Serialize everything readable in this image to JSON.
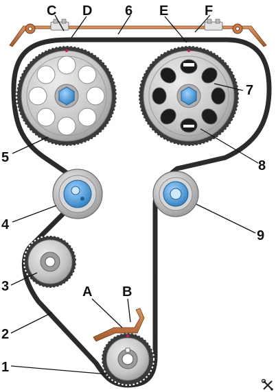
{
  "callouts": {
    "n1": "1",
    "n2": "2",
    "n3": "3",
    "n4": "4",
    "n5": "5",
    "n6": "6",
    "n7": "7",
    "n8": "8",
    "n9": "9",
    "A": "A",
    "B": "B",
    "C": "C",
    "D": "D",
    "E": "E",
    "F": "F"
  },
  "colors": {
    "belt": "#2b2b2b",
    "gear_face": "#c8c8c8",
    "gear_rim": "#9a9a9a",
    "bolt_blue": "#3b8fd0",
    "timing_bar": "#c2733f",
    "label": "#111111"
  },
  "icons": {
    "corner_logo": "tools-icon"
  }
}
